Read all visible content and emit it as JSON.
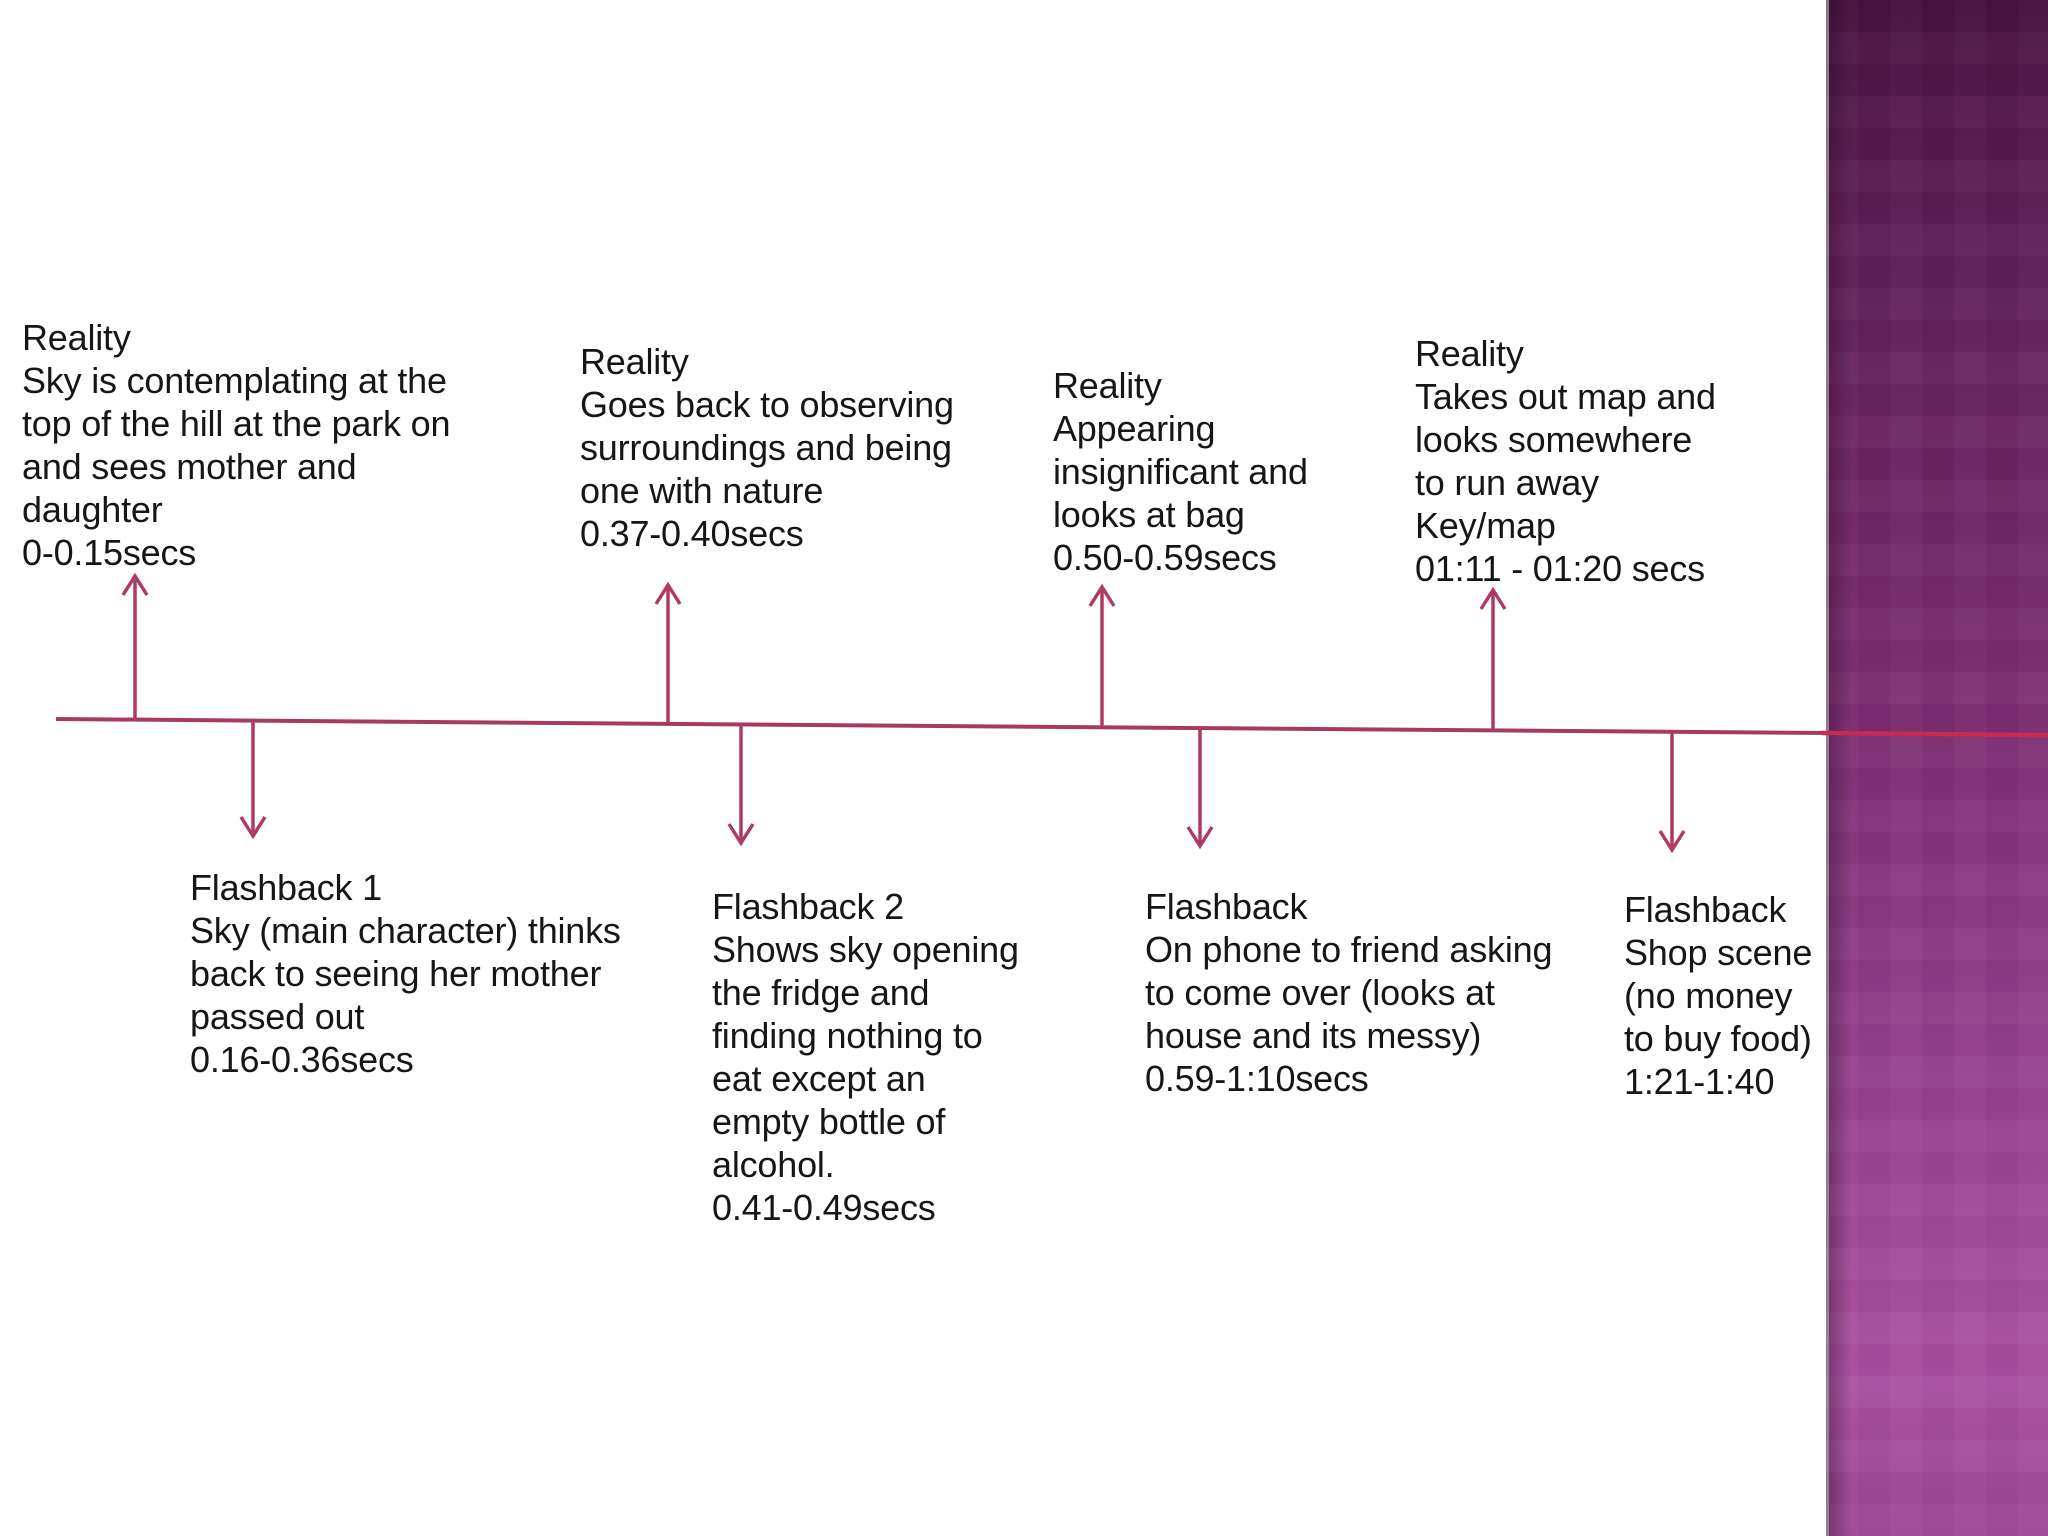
{
  "slide_type": "timeline-diagram",
  "colors": {
    "background": "#ffffff",
    "text": "#161616",
    "timeline_line": "#a93a5f",
    "timeline_line_over_band": "#c8294f",
    "arrow": "#b03a63",
    "band_top": "#45123f",
    "band_upper": "#5d1d55",
    "band_mid": "#7d2e73",
    "band_low": "#9a4590",
    "band_bottom": "#a951a0",
    "band_foot": "#9c4694"
  },
  "timeline": {
    "events_above": [
      {
        "lines": [
          "Reality",
          "Sky is contemplating at the",
          "top of the hill at the park on",
          "and sees mother and",
          "daughter",
          "0-0.15secs"
        ]
      },
      {
        "lines": [
          "Reality",
          "Goes back to observing",
          "surroundings and being",
          "one with nature",
          "0.37-0.40secs"
        ]
      },
      {
        "lines": [
          "Reality",
          "Appearing",
          "insignificant and",
          "looks at bag",
          "0.50-0.59secs"
        ]
      },
      {
        "lines": [
          "Reality",
          "Takes out map and",
          "looks somewhere",
          "to run away",
          "Key/map",
          "01:11 - 01:20 secs"
        ]
      }
    ],
    "events_below": [
      {
        "lines": [
          "Flashback 1",
          "Sky (main character) thinks",
          "back to seeing her mother",
          "passed out",
          "0.16-0.36secs"
        ]
      },
      {
        "lines": [
          "Flashback 2",
          "Shows sky opening",
          "the fridge and",
          "finding nothing to",
          "eat except an",
          "empty bottle of",
          "alcohol.",
          "0.41-0.49secs"
        ]
      },
      {
        "lines": [
          "Flashback",
          "On phone to friend asking",
          "to come over (looks at",
          "house and its messy)",
          "0.59-1:10secs"
        ]
      },
      {
        "lines": [
          "Flashback",
          "Shop scene",
          "(no money",
          "to buy food)",
          "1:21-1:40"
        ]
      }
    ]
  }
}
